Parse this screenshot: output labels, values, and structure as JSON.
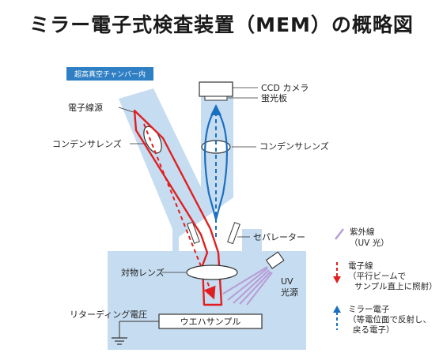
{
  "title": "ミラー電子式検査装置（MEM）の概略図",
  "chamber_label": "超高真空チャンバー内",
  "labels": {
    "ccd": "CCD カメラ",
    "screen": "蛍光板",
    "electron_source": "電子線源",
    "condenser_left": "コンデンサレンズ",
    "condenser_right": "コンデンサレンズ",
    "separator": "セパレーター",
    "objective": "対物レンズ",
    "retarding": "リターディング電圧",
    "wafer": "ウエハサンプル",
    "uv_source": [
      "UV",
      "光源"
    ]
  },
  "legend": [
    {
      "name": "uv",
      "lines": [
        "紫外線",
        "（UV 光）"
      ],
      "color": "#b79bd6"
    },
    {
      "name": "electron",
      "lines": [
        "電子線",
        "（平行ビームで",
        "サンプル直上に照射）"
      ],
      "color": "#e02020"
    },
    {
      "name": "mirror",
      "lines": [
        "ミラー電子",
        "（等電位面で反射し、",
        "戻る電子）"
      ],
      "color": "#1a6fc1"
    }
  ],
  "colors": {
    "chamber": "#c6dcf0",
    "chamber_label_bg": "#2f7fc4",
    "electron": "#e02020",
    "mirror_electron": "#1a6fc1",
    "uv": "#b79bd6"
  }
}
